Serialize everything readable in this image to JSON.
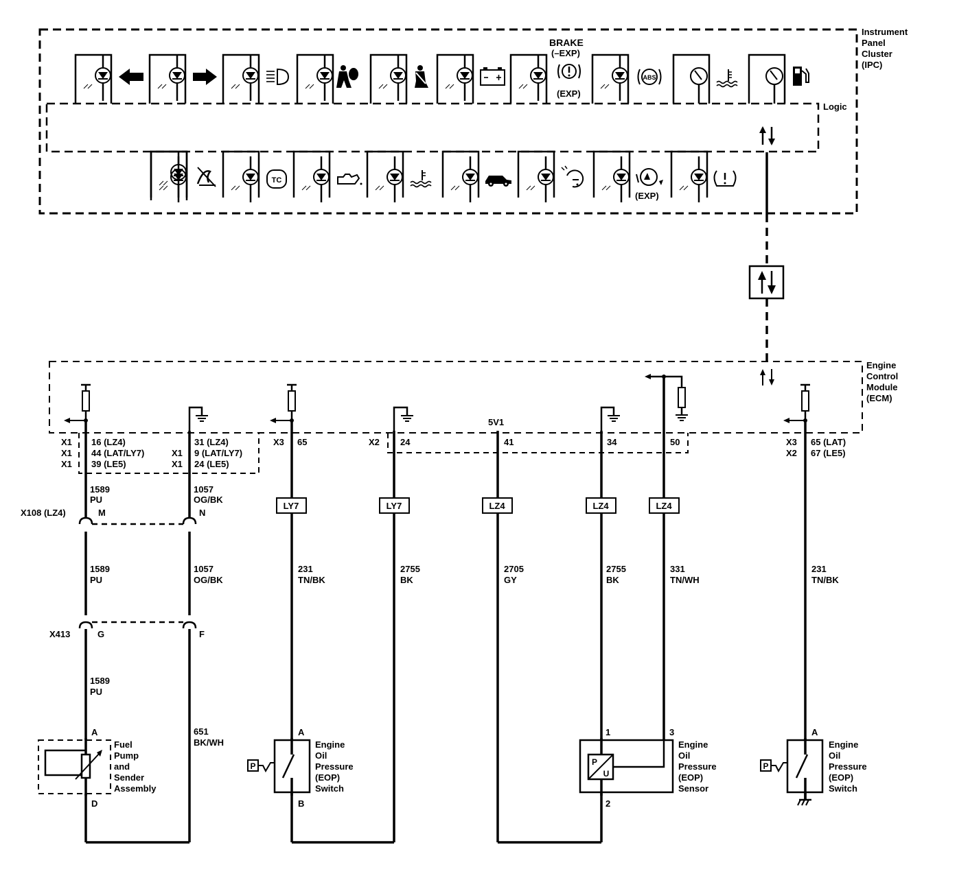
{
  "ipc": {
    "name_lines": [
      "Instrument",
      "Panel",
      "Cluster",
      "(IPC)"
    ],
    "logic_label": "Logic",
    "brake_label": "BRAKE",
    "brake_sub": "(–EXP)",
    "brake_exp": "(EXP)",
    "abs_text": "ABS",
    "tc_text": "TC",
    "row2_exp": "(EXP)"
  },
  "ecm": {
    "name_lines": [
      "Engine",
      "Control",
      "Module",
      "(ECM)"
    ],
    "ref_5v": "5V1"
  },
  "connectors": {
    "col1": [
      {
        "conn": "X1",
        "pin": "16 (LZ4)"
      },
      {
        "conn": "X1",
        "pin": "44 (LAT/LY7)"
      },
      {
        "conn": "X1",
        "pin": "39 (LE5)"
      }
    ],
    "col2": [
      {
        "conn": "",
        "pin": "31 (LZ4)"
      },
      {
        "conn": "X1",
        "pin": "9 (LAT/LY7)"
      },
      {
        "conn": "X1",
        "pin": "24 (LE5)"
      }
    ],
    "c3": {
      "conn": "X3",
      "pin": "65"
    },
    "c4": {
      "conn": "X2",
      "pin": "24"
    },
    "c5": {
      "pin": "41"
    },
    "c6": {
      "pin": "34"
    },
    "c7": {
      "pin": "50"
    },
    "c8": [
      {
        "conn": "X3",
        "pin": "65 (LAT)"
      },
      {
        "conn": "X2",
        "pin": "67 (LE5)"
      }
    ]
  },
  "wires": {
    "w1a": [
      "1589",
      "PU"
    ],
    "w2a": [
      "1057",
      "OG/BK"
    ],
    "w1b": [
      "1589",
      "PU"
    ],
    "w2b": [
      "1057",
      "OG/BK"
    ],
    "w1c": [
      "1589",
      "PU"
    ],
    "w2c": [
      "651",
      "BK/WH"
    ],
    "w3": [
      "231",
      "TN/BK"
    ],
    "w4": [
      "2755",
      "BK"
    ],
    "w5": [
      "2705",
      "GY"
    ],
    "w6": [
      "2755",
      "BK"
    ],
    "w7": [
      "331",
      "TN/WH"
    ],
    "w8": [
      "231",
      "TN/BK"
    ]
  },
  "options": {
    "o3": "LY7",
    "o4": "LY7",
    "o5": "LZ4",
    "o6": "LZ4",
    "o7": "LZ4"
  },
  "inline": {
    "x108": "X108 (LZ4)",
    "x108_m": "M",
    "x108_n": "N",
    "x413": "X413",
    "x413_g": "G",
    "x413_f": "F"
  },
  "components": {
    "fuel": {
      "lines": [
        "Fuel",
        "Pump",
        "and",
        "Sender",
        "Assembly"
      ],
      "pin_top": "A",
      "pin_bottom": "D"
    },
    "eop_switch_1": {
      "lines": [
        "Engine",
        "Oil",
        "Pressure",
        "(EOP)",
        "Switch"
      ],
      "pin_top": "A",
      "pin_bottom": "B"
    },
    "eop_sensor": {
      "lines": [
        "Engine",
        "Oil",
        "Pressure",
        "(EOP)",
        "Sensor"
      ],
      "pin_1": "1",
      "pin_3": "3",
      "pin_2": "2",
      "sym_p": "P",
      "sym_u": "U"
    },
    "eop_switch_2": {
      "lines": [
        "Engine",
        "Oil",
        "Pressure",
        "(EOP)",
        "Switch"
      ],
      "pin_top": "A"
    },
    "p_symbol": "P"
  },
  "icons": {
    "row1": [
      "turn-left-arrow-icon",
      "turn-right-arrow-icon",
      "high-beam-icon",
      "airbag-icon",
      "seatbelt-icon",
      "battery-icon",
      "brake-warning-icon",
      "abs-icon",
      "temperature-gauge-icon",
      "fuel-gauge-icon"
    ],
    "row2": [
      "traction-off-icon",
      "traction-control-icon",
      "oil-pressure-icon",
      "coolant-temp-icon",
      "security-car-icon",
      "reduced-power-icon",
      "service-esc-icon",
      "tire-pressure-icon"
    ]
  }
}
